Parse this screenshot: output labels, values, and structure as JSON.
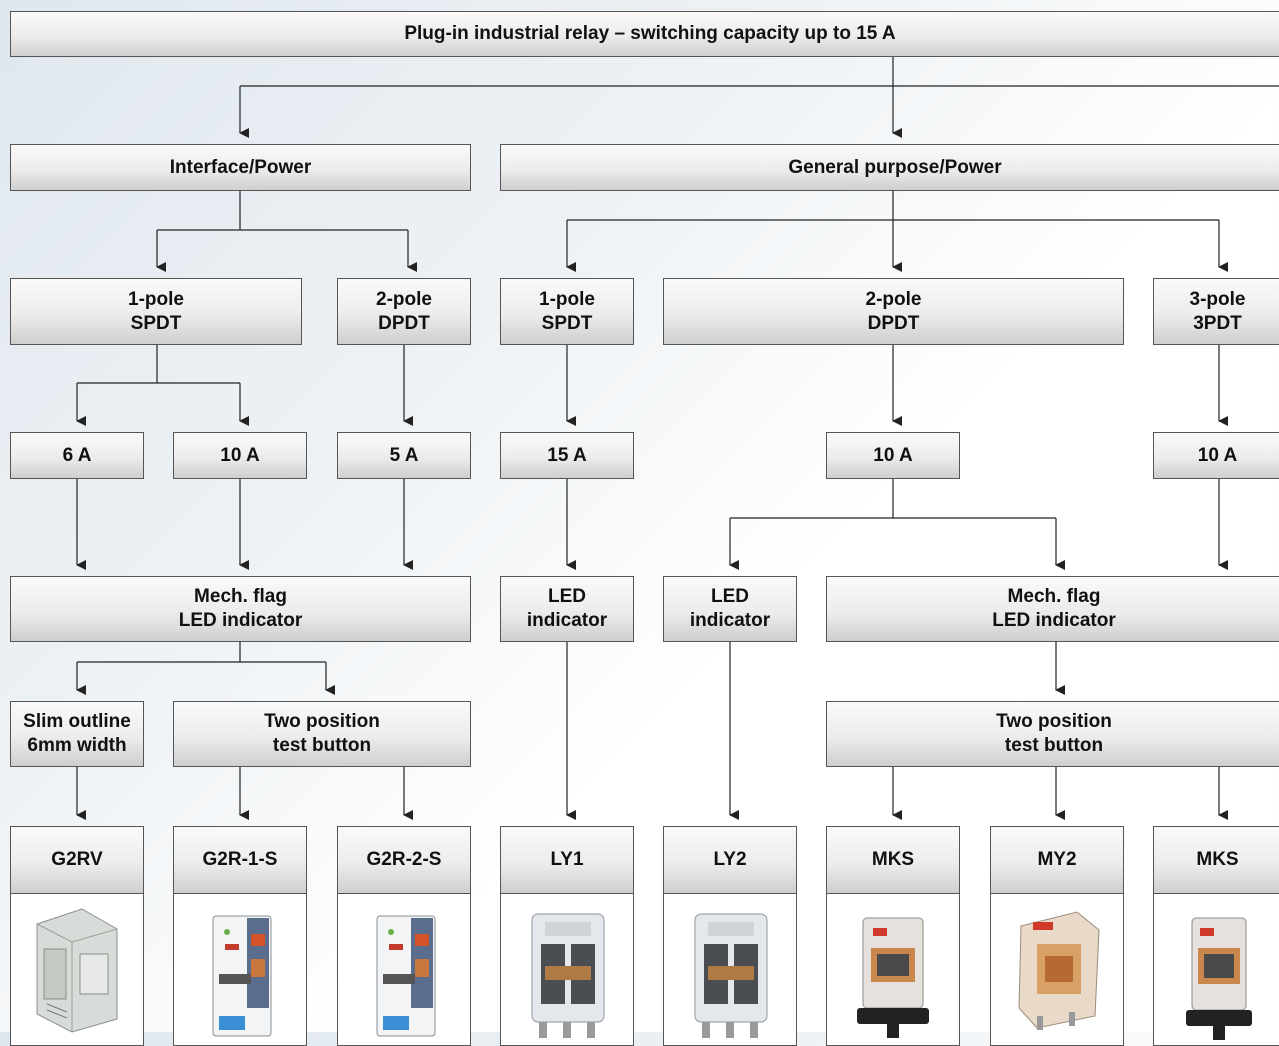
{
  "title": "Plug-in industrial relay  –  switching capacity up to 15 A",
  "categories": {
    "interface": "Interface/Power",
    "general": "General purpose/Power"
  },
  "poles": {
    "if_1pole": [
      "1-pole",
      "SPDT"
    ],
    "if_2pole": [
      "2-pole",
      "DPDT"
    ],
    "gp_1pole": [
      "1-pole",
      "SPDT"
    ],
    "gp_2pole": [
      "2-pole",
      "DPDT"
    ],
    "gp_3pole": [
      "3-pole",
      "3PDT"
    ]
  },
  "currents": {
    "c6": "6 A",
    "c10a": "10 A",
    "c5": "5 A",
    "c15": "15 A",
    "c10b": "10 A",
    "c10c": "10 A"
  },
  "features": {
    "mech_left": [
      "Mech. flag",
      "LED indicator"
    ],
    "led_ly1": [
      "LED",
      "indicator"
    ],
    "led_ly2": [
      "LED",
      "indicator"
    ],
    "mech_right": [
      "Mech. flag",
      "LED indicator"
    ],
    "slim": [
      "Slim outline",
      "6mm width"
    ],
    "test_left": [
      "Two position",
      "test button"
    ],
    "test_right": [
      "Two position",
      "test button"
    ]
  },
  "products": [
    {
      "name": "G2RV",
      "image_icon": "din-rail-relay-icon"
    },
    {
      "name": "G2R-1-S",
      "image_icon": "slim-relay-icon"
    },
    {
      "name": "G2R-2-S",
      "image_icon": "slim-relay-icon"
    },
    {
      "name": "LY1",
      "image_icon": "clear-relay-icon"
    },
    {
      "name": "LY2",
      "image_icon": "clear-relay-icon"
    },
    {
      "name": "MKS",
      "image_icon": "round-relay-icon"
    },
    {
      "name": "MY2",
      "image_icon": "amber-relay-icon"
    },
    {
      "name": "MKS",
      "image_icon": "round-relay-icon"
    }
  ],
  "colors": {
    "box_top": "#fafafa",
    "box_bottom": "#cfcfcf",
    "border": "#555555",
    "connector": "#222222"
  }
}
